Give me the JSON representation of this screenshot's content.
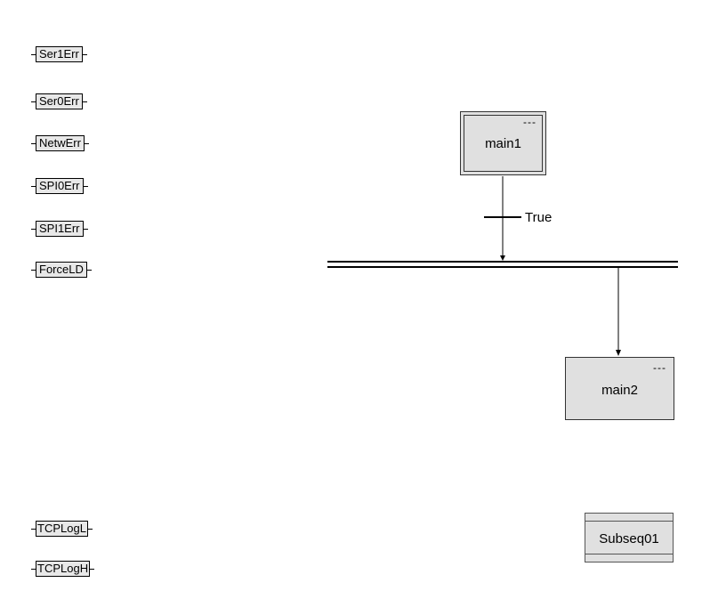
{
  "variables": {
    "top": [
      "Ser1Err",
      "Ser0Err",
      "NetwErr",
      "SPI0Err",
      "SPI1Err",
      "ForceLD"
    ],
    "bottom": [
      "TCPLogL",
      "TCPLogH"
    ]
  },
  "steps": {
    "main1": {
      "name": "main1",
      "indicator": "---"
    },
    "main2": {
      "name": "main2",
      "indicator": "---"
    }
  },
  "transition": {
    "condition": "True"
  },
  "macro": {
    "name": "Subseq01"
  },
  "colors": {
    "step_fill": "#e0e0e0",
    "tag_fill": "#e8e8e8",
    "line": "#000000"
  }
}
